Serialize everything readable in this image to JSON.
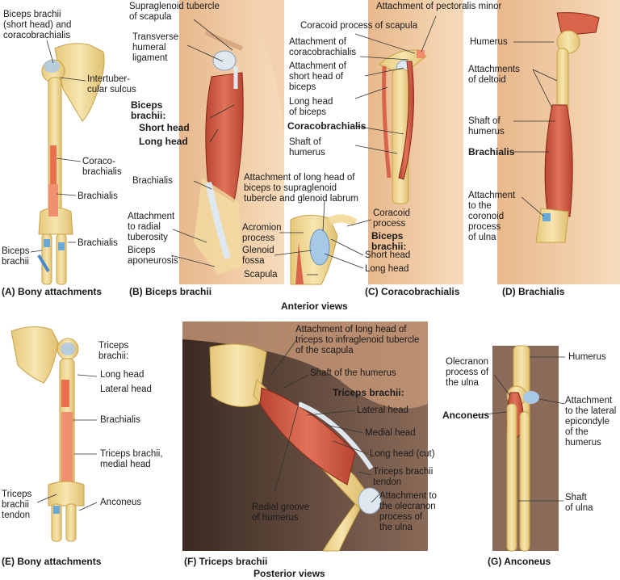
{
  "colors": {
    "bone": "#f2dc9a",
    "bone_edge": "#c9a24a",
    "muscle": "#d9644a",
    "muscle_dark": "#a8382a",
    "attach": "#f08a6a",
    "skin": "#f0c9a0",
    "tendon": "#dfe8f0",
    "line": "#333333"
  },
  "panelA": {
    "caption_letter": "(A)",
    "caption": "Bony attachments",
    "l1": "Biceps brachii\n(short head) and\ncoracobrachialis",
    "l2": "Intertuber-\ncular sulcus",
    "l3": "Coraco-\nbrachialis",
    "l4": "Brachialis",
    "l5": "Brachialis",
    "l6": "Biceps\nbrachii"
  },
  "panelB": {
    "caption_letter": "(B)",
    "caption": "Biceps brachii",
    "l1": "Supraglenoid tubercle\nof scapula",
    "l2": "Transverse\nhumeral\nligament",
    "l3": "Biceps\nbrachii:",
    "l4": "Short head",
    "l5": "Long head",
    "l6": "Brachialis",
    "l7": "Attachment\nto radial\ntuberosity",
    "l8": "Biceps\naponeurosis"
  },
  "inset": {
    "l1": "Attachment of long head of\nbiceps to supraglenoid\ntubercle and glenoid labrum",
    "l2": "Acromion\nprocess",
    "l3": "Coracoid\nprocess",
    "l4": "Biceps\nbrachii:",
    "l5": "Glenoid\nfossa",
    "l6": "Short head",
    "l7": "Long head",
    "l8": "Scapula"
  },
  "panelC": {
    "caption_letter": "(C)",
    "caption": "Coracobrachialis",
    "l1": "Attachment of pectoralis minor",
    "l2": "Coracoid process of scapula",
    "l3": "Attachment of\ncoracobrachialis",
    "l4": "Attachment of\nshort head of\nbiceps",
    "l5": "Long head\nof biceps",
    "l6": "Coracobrachialis",
    "l7": "Shaft of\nhumerus"
  },
  "panelD": {
    "caption_letter": "(D)",
    "caption": "Brachialis",
    "l1": "Humerus",
    "l2": "Attachments\nof deltoid",
    "l3": "Shaft of\nhumerus",
    "l4": "Brachialis",
    "l5": "Attachment\nto the\ncoronoid\nprocess\nof ulna"
  },
  "anterior_views": "Anterior views",
  "panelE": {
    "caption_letter": "(E)",
    "caption": "Bony attachments",
    "l1": "Triceps\nbrachii:",
    "l2": "Long head",
    "l3": "Lateral head",
    "l4": "Brachialis",
    "l5": "Triceps brachii,\nmedial head",
    "l6": "Triceps\nbrachii\ntendon",
    "l7": "Anconeus"
  },
  "panelF": {
    "caption_letter": "(F)",
    "caption": "Triceps brachii",
    "l1": "Attachment of long head of\ntriceps to infraglenoid tubercle\nof the scapula",
    "l2": "Shaft of the humerus",
    "l3": "Triceps brachii:",
    "l4": "Lateral head",
    "l5": "Medial head",
    "l6": "Long head (cut)",
    "l7": "Triceps brachii\ntendon",
    "l8": "Attachment to\nthe olecranon\nprocess of\nthe ulna",
    "l9": "Radial groove\nof humerus"
  },
  "panelG": {
    "caption_letter": "(G)",
    "caption": "Anconeus",
    "l1": "Olecranon\nprocess of\nthe ulna",
    "l2": "Humerus",
    "l3": "Anconeus",
    "l4": "Attachment\nto the lateral\nepicondyle\nof the\nhumerus",
    "l5": "Shaft\nof ulna"
  },
  "posterior_views": "Posterior views"
}
